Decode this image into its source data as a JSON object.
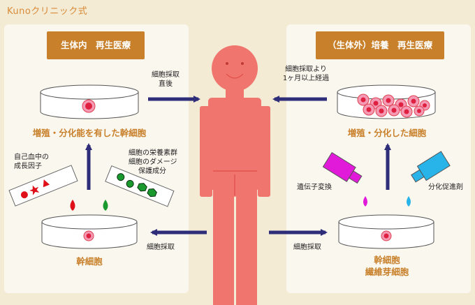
{
  "brand": "Kunoクリニック式",
  "left": {
    "header": "生体内　再生医療",
    "dish_top_title": "増殖・分化能を有した幹細胞",
    "dish_bottom_title": "幹細胞",
    "strip_left_label": [
      "自己血中の",
      "成長因子"
    ],
    "strip_right_label": [
      "細胞の栄養素群",
      "細胞のダメージ",
      "保護成分"
    ]
  },
  "right": {
    "header": "（生体外）培養　再生医療",
    "dish_top_title": "増殖・分化した細胞",
    "dish_bottom_title": [
      "幹細胞",
      "繊維芽細胞"
    ],
    "gene_label": "遺伝子変換",
    "promoter_label": "分化促進剤"
  },
  "arrows": {
    "top_left": [
      "細胞採取",
      "直後"
    ],
    "top_right": [
      "細胞採取より",
      "1ヶ月以上経過"
    ],
    "bottom_left": "細胞採取",
    "bottom_right": "細胞採取"
  },
  "colors": {
    "background": "#f3ebd3",
    "panel": "#faf7ef",
    "accent_orange": "#c8802a",
    "arrow_navy": "#2e2d7a",
    "body_salmon": "#f0756e",
    "red_drop": "#e0101a",
    "green_drop": "#1a9a2e",
    "magenta": "#e01ad8",
    "cyan": "#28b4e8"
  }
}
